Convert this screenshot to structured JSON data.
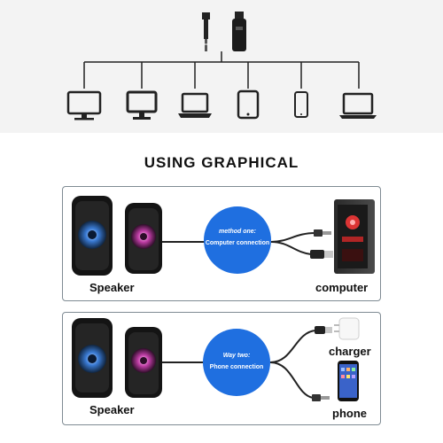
{
  "heading": "USING GRAPHICAL",
  "icons_top": [
    "aux-plug-icon",
    "usb-plug-icon"
  ],
  "devices": [
    "monitor-icon",
    "desktop-monitor-icon",
    "laptop-icon",
    "tablet-icon",
    "phone-icon",
    "laptop-icon"
  ],
  "method_one": {
    "line1": "method one:",
    "line2": "Computer connection",
    "left_label": "Speaker",
    "right_label": "computer"
  },
  "method_two": {
    "line1": "Way two:",
    "line2": "Phone connection",
    "left_label": "Speaker",
    "right_label_top": "charger",
    "right_label_bottom": "phone"
  },
  "colors": {
    "circle": "#1f6fe0",
    "band": "#f3f3f3",
    "border": "#7f8b93"
  }
}
